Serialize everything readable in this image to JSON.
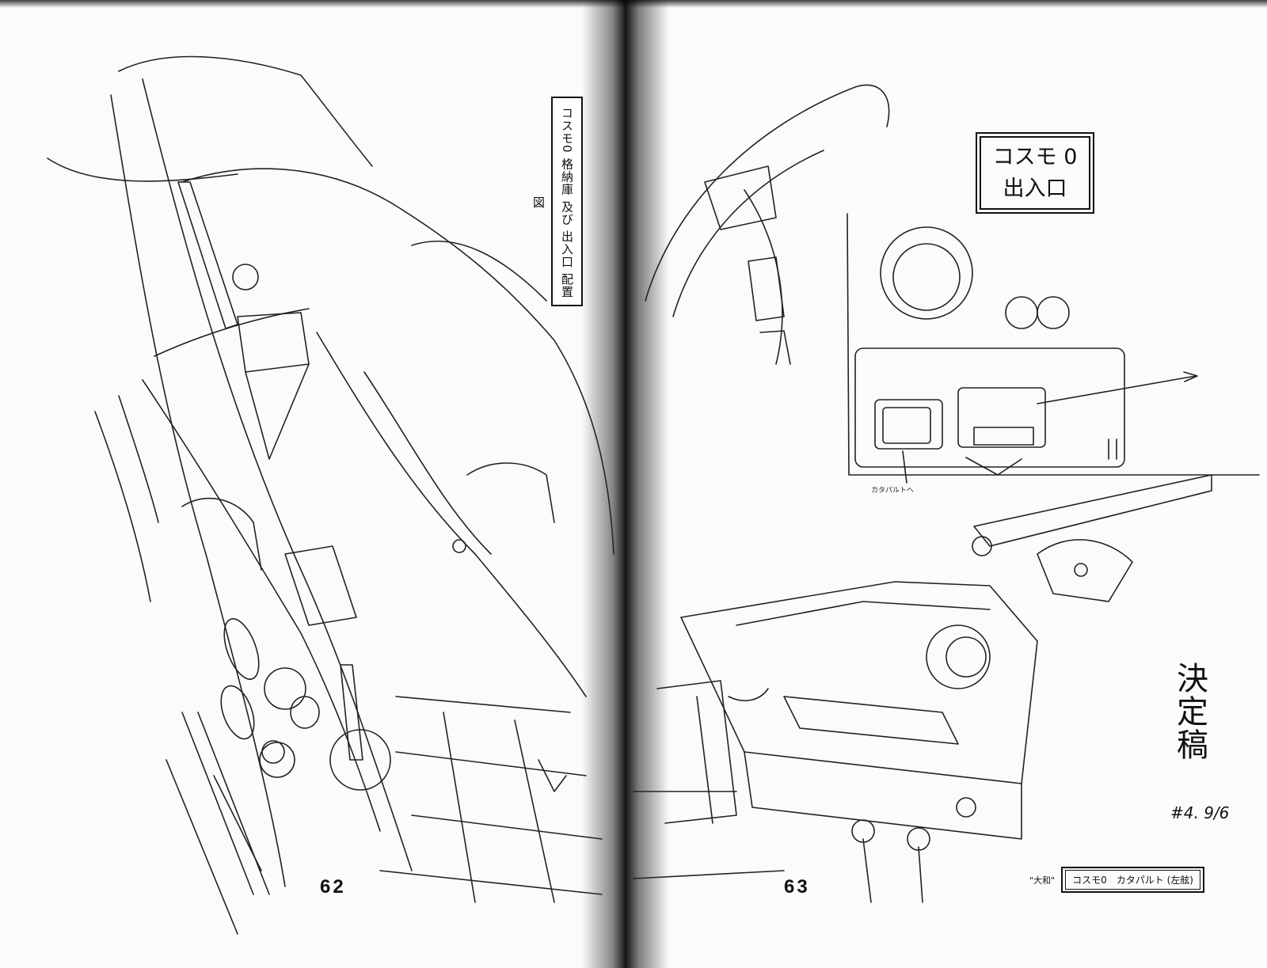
{
  "left_page": {
    "vertical_label": "コスモ0 格納庫 及び 出入口 配置図",
    "page_number": "62"
  },
  "right_page": {
    "title_line1": "コスモ 0",
    "title_line2": "出入口",
    "label_catapult": "カタパルトへ",
    "label_arrow": "",
    "kettei": "決定稿",
    "kettei_date": "#4. 9/6",
    "caption_prefix": "\"大和\"",
    "caption_text": "コスモ0　カタパルト (左舷)",
    "page_number": "63"
  }
}
